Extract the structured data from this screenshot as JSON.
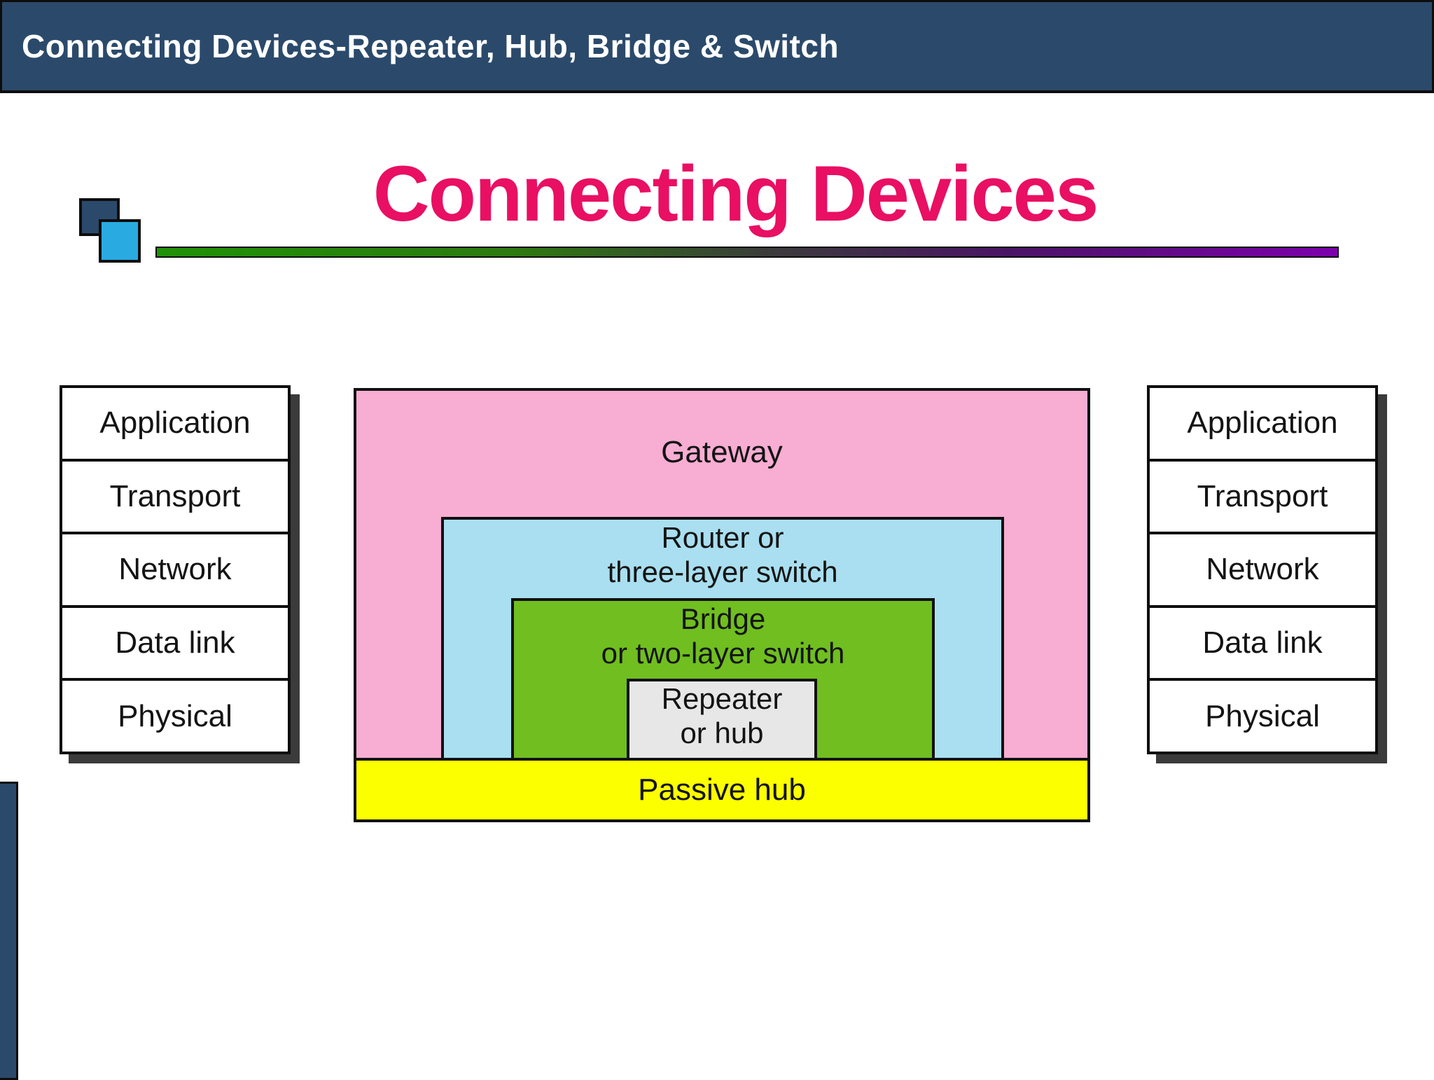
{
  "header": {
    "title": "Connecting Devices-Repeater, Hub, Bridge & Switch",
    "bg_color": "#2B4A6B",
    "text_color": "#FFFFFF"
  },
  "slide": {
    "title": "Connecting Devices",
    "title_color": "#E90F63",
    "decor": {
      "dark_square_color": "#2B4A6B",
      "light_square_color": "#29ABE2",
      "rule_gradient": [
        "#1F9207",
        "#3B3B3B",
        "#7D00AD"
      ]
    },
    "accent_bar_color": "#2B4A6B"
  },
  "diagram": {
    "osi_layers": [
      "Application",
      "Transport",
      "Network",
      "Data link",
      "Physical"
    ],
    "gateway": {
      "label": "Gateway",
      "color": "#F8ADD2"
    },
    "router": {
      "line1": "Router or",
      "line2": "three-layer switch",
      "color": "#A9DFF0"
    },
    "bridge": {
      "line1": "Bridge",
      "line2": "or two-layer switch",
      "color": "#70BE20"
    },
    "repeater": {
      "line1": "Repeater",
      "line2": "or hub",
      "color": "#E7E7E7"
    },
    "passive_hub": {
      "label": "Passive hub",
      "color": "#FCFF00"
    }
  }
}
